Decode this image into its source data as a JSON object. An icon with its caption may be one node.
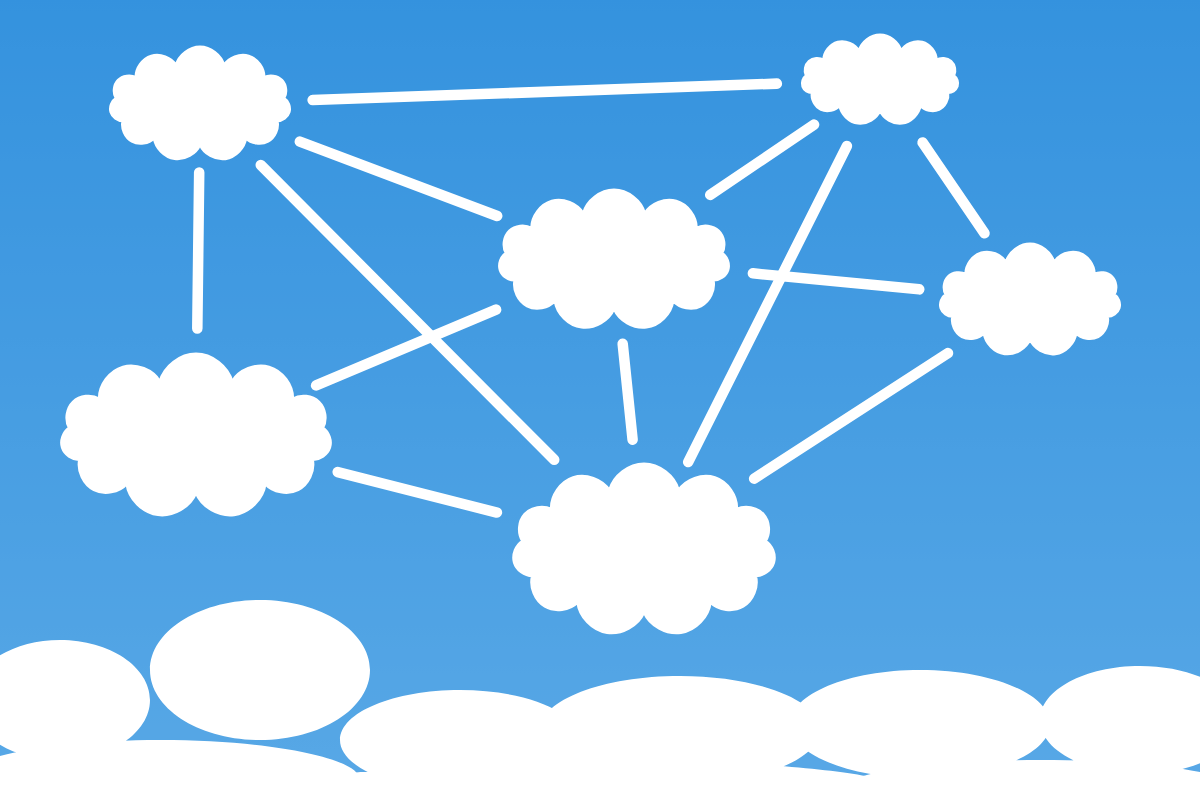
{
  "diagram": {
    "nodes": [
      {
        "text": [],
        "shape": "cloud"
      },
      {
        "text": [],
        "shape": "cloud"
      },
      {
        "text": [],
        "shape": "cloud"
      },
      {
        "text": [],
        "shape": "cloud"
      },
      {
        "text": [],
        "shape": "cloud"
      },
      {
        "text": [],
        "shape": "cloud"
      }
    ],
    "edges": [
      {
        "from": 0,
        "to": 1,
        "arrow": "none"
      },
      {
        "from": 0,
        "to": 2,
        "arrow": "none"
      },
      {
        "from": 0,
        "to": 4,
        "arrow": "none"
      },
      {
        "from": 0,
        "to": 5,
        "arrow": "none"
      },
      {
        "from": 1,
        "to": 2,
        "arrow": "none"
      },
      {
        "from": 1,
        "to": 3,
        "arrow": "none"
      },
      {
        "from": 1,
        "to": 5,
        "arrow": "none"
      },
      {
        "from": 2,
        "to": 3,
        "arrow": "none"
      },
      {
        "from": 2,
        "to": 5,
        "arrow": "none"
      },
      {
        "from": 4,
        "to": 2,
        "arrow": "none"
      },
      {
        "from": 4,
        "to": 5,
        "arrow": "none"
      },
      {
        "from": 3,
        "to": 5,
        "arrow": "none"
      }
    ]
  }
}
